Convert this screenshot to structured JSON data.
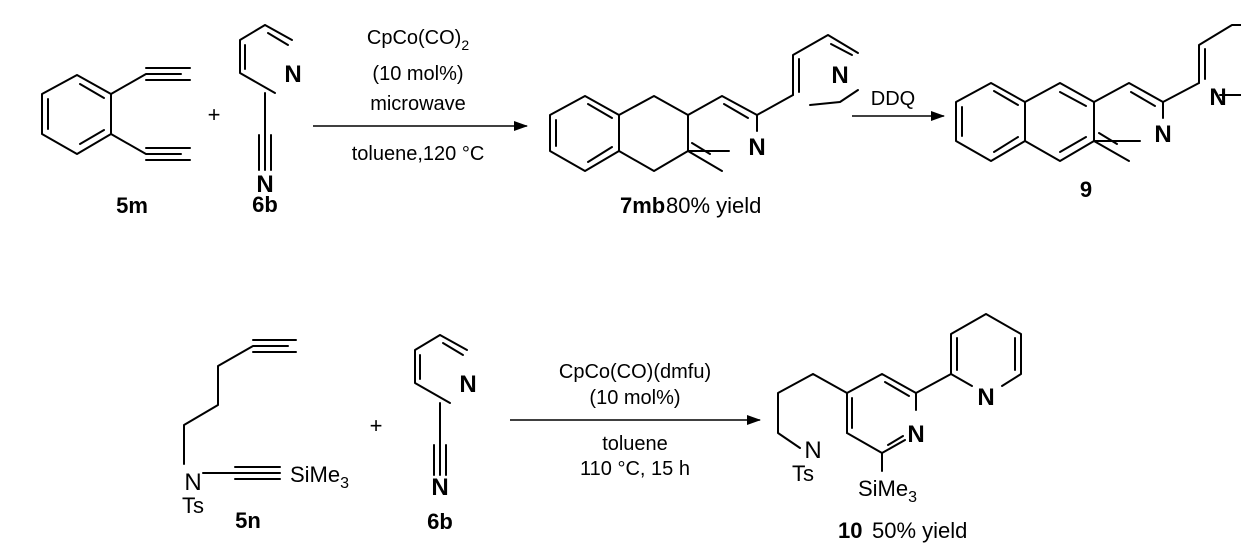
{
  "reactions": [
    {
      "substrate_label": "5m",
      "plus": "+",
      "nitrile_label": "6b",
      "nitrile_atom": "N",
      "pyridine_atom": "N",
      "conditions_above": [
        "CpCo(CO)",
        "(10 mol%)",
        "microwave"
      ],
      "conditions_sub": "2",
      "conditions_below": "toluene,120 °C",
      "product_label": "7mb",
      "product_yield": "80% yield",
      "reagent2": "DDQ",
      "product2_label": "9"
    },
    {
      "substrate_label": "5n",
      "plus": "+",
      "nitrile_label": "6b",
      "nitrile_atom": "N",
      "pyridine_atom": "N",
      "amine_atom": "N",
      "tosyl": "Ts",
      "silyl": "SiMe",
      "silyl_sub": "3",
      "conditions_above": [
        "CpCo(CO)(dmfu)",
        "(10 mol%)"
      ],
      "conditions_below": [
        "toluene",
        "110 °C, 15 h"
      ],
      "product_label": "10",
      "product_yield": "50% yield"
    }
  ]
}
